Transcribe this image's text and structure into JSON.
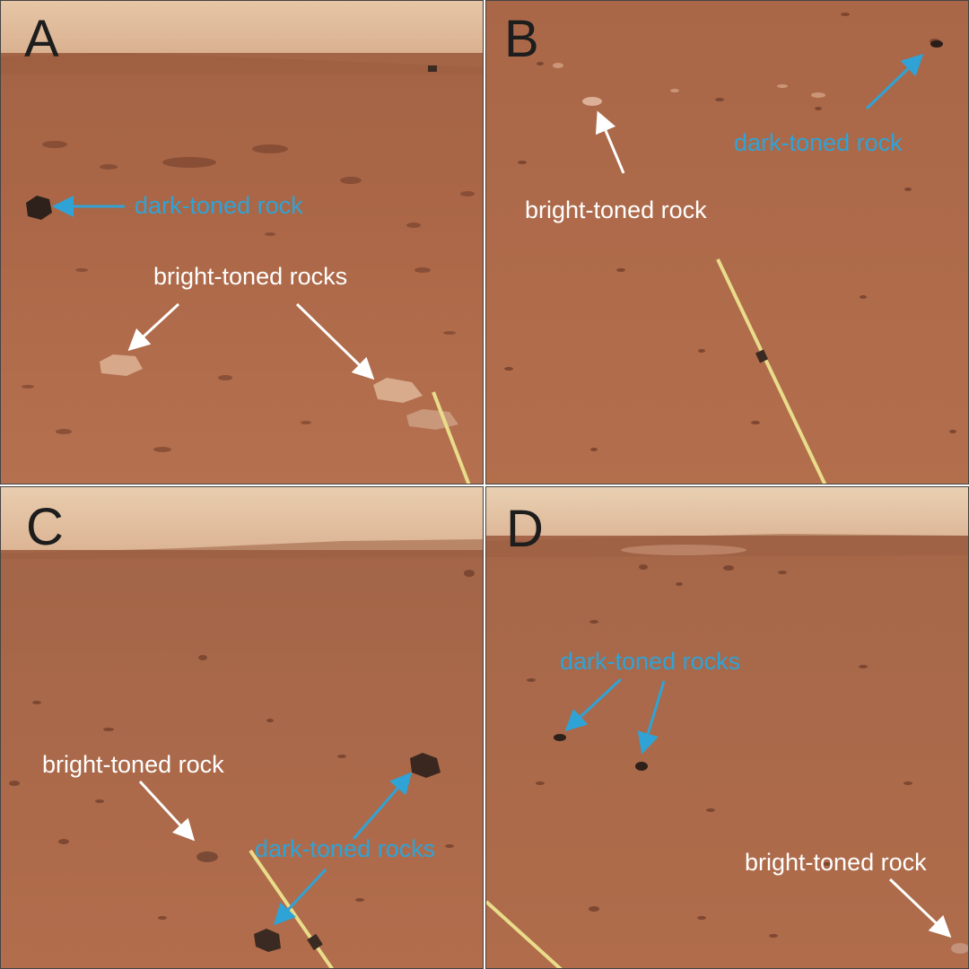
{
  "panels": [
    {
      "letter": "A",
      "labels": {
        "dark": "dark-toned rock",
        "bright": "bright-toned rocks"
      }
    },
    {
      "letter": "B",
      "labels": {
        "bright": "bright-toned rock",
        "dark": "dark-toned rock"
      }
    },
    {
      "letter": "C",
      "labels": {
        "bright": "bright-toned rock",
        "dark": "dark-toned rocks"
      }
    },
    {
      "letter": "D",
      "labels": {
        "dark": "dark-toned rocks",
        "bright": "bright-toned rock"
      }
    }
  ],
  "colors": {
    "sky": "#e7c9a9",
    "ground": "#b06a47",
    "ground_dark": "#8e5034",
    "bright_label": "#ffffff",
    "dark_label": "#2fa3d6"
  }
}
